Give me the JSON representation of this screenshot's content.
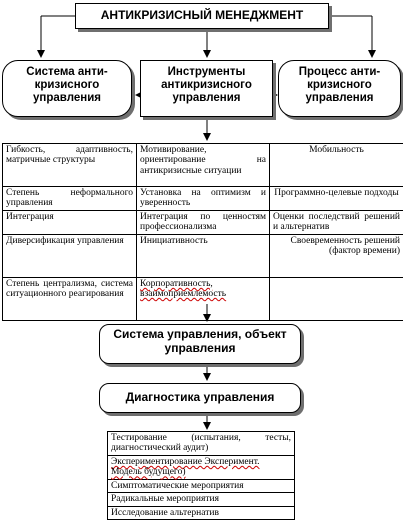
{
  "title": "АНТИКРИЗИСНЫЙ МЕНЕДЖМЕНТ",
  "columns": [
    "Система анти-кризисного управления",
    "Инструменты антикризисного управления",
    "Процесс анти-кризисного управления"
  ],
  "grid_rows": [
    [
      "Гибкость, адаптивность, матричные структуры",
      "Мотивирование, ориентирование на антикризисные ситуации",
      "Мобильность"
    ],
    [
      "Степень неформального управления",
      "Установка на оптимизм и уверенность",
      "Программно-целевые подходы"
    ],
    [
      "Интеграция",
      "Интеграция по ценностям профессионализма",
      "Оценки последствий решений и альтернатив"
    ],
    [
      "Диверсификация управления",
      "Инициативность",
      "Своевременность решений (фактор времени)"
    ],
    [
      "Степень централизма, система ситуационного реагирования",
      "Корпоративность, взаимоприемлемость",
      ""
    ]
  ],
  "management_box": "Система управления, объект управления",
  "diagnostics_box": "Диагностика управления",
  "diagnostics_items": [
    "Тестирование (испытания, тесты, диагностический аудит)",
    "Экспериментирование Эксперимент. Модель будущего)",
    "Симптоматические мероприятия",
    "Радикальные мероприятия",
    "Исследование альтернатив"
  ]
}
